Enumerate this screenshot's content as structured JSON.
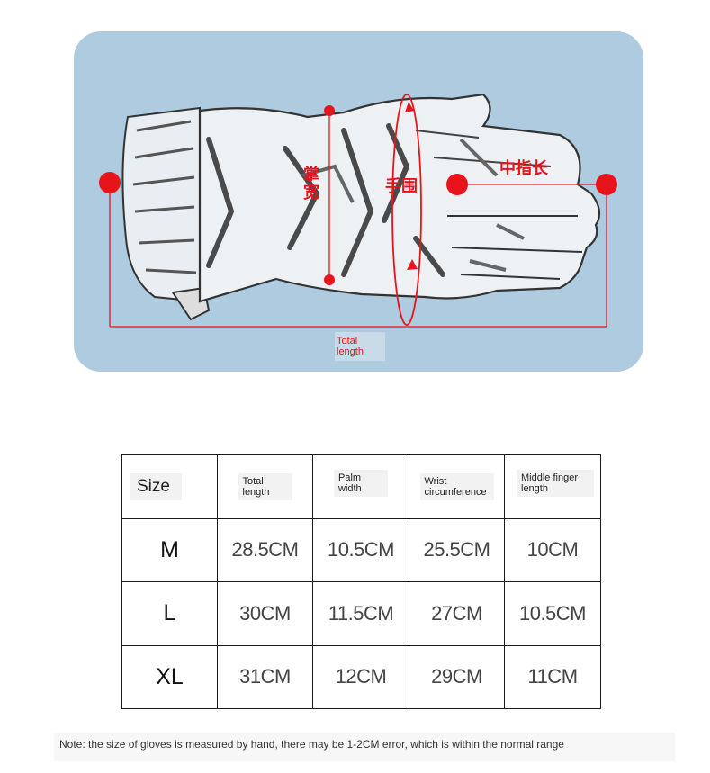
{
  "diagram": {
    "total_length_label": "Total length",
    "palm_width_cn": "掌宽",
    "hand_circumference_cn": "手围",
    "middle_finger_cn": "中指长",
    "marker_color": "#e8141c",
    "background_color": "#aecbe0"
  },
  "table": {
    "headers": {
      "size": "Size",
      "total_length": "Total length",
      "palm_width": "Palm width",
      "wrist_circumference": "Wrist circumference",
      "middle_finger_length": "Middle finger length"
    },
    "rows": [
      {
        "size": "M",
        "total_length": "28.5CM",
        "palm_width": "10.5CM",
        "wrist_circumference": "25.5CM",
        "middle_finger_length": "10CM"
      },
      {
        "size": "L",
        "total_length": "30CM",
        "palm_width": "11.5CM",
        "wrist_circumference": "27CM",
        "middle_finger_length": "10.5CM"
      },
      {
        "size": "XL",
        "total_length": "31CM",
        "palm_width": "12CM",
        "wrist_circumference": "29CM",
        "middle_finger_length": "11CM"
      }
    ]
  },
  "note": "Note: the size of gloves is measured by hand, there may be 1-2CM error, which is within the normal range"
}
